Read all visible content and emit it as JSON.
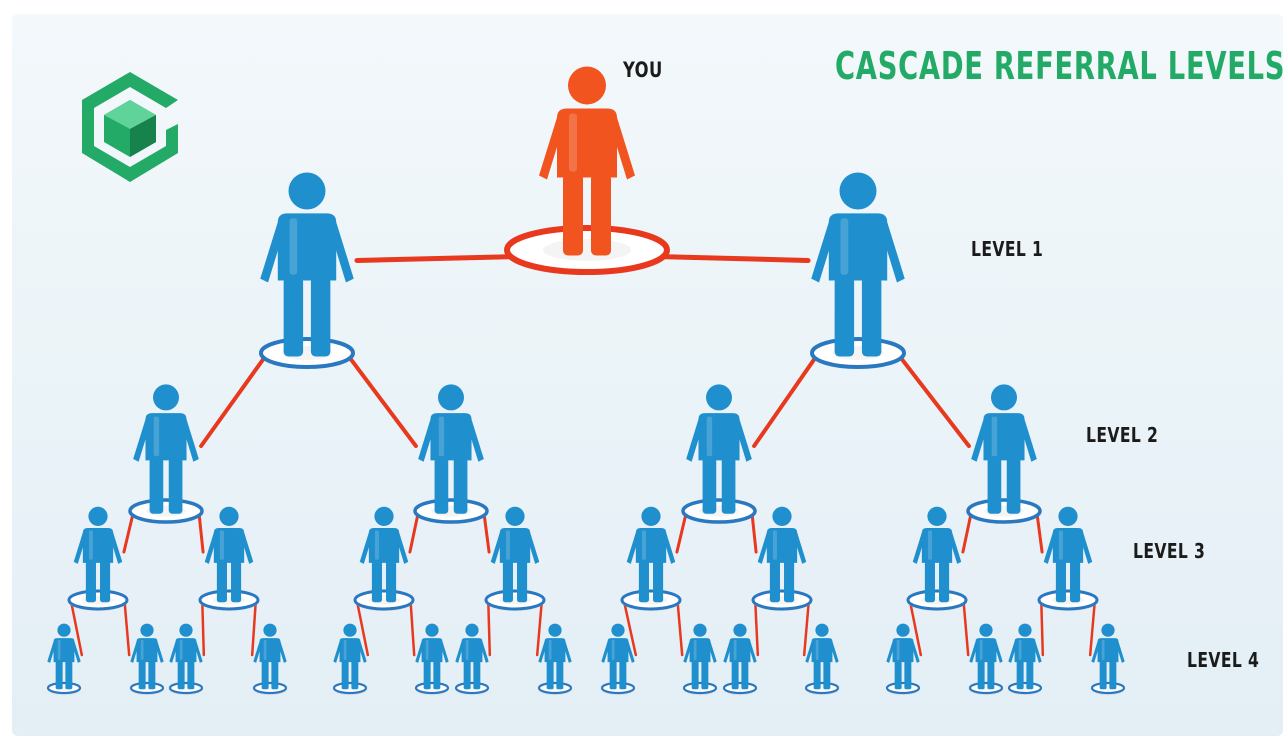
{
  "title": "CASCADE REFERRAL LEVELS",
  "you_label": "YOU",
  "levels": [
    "LEVEL 1",
    "LEVEL 2",
    "LEVEL 3",
    "LEVEL 4"
  ],
  "colors": {
    "title": "#22aa66",
    "you": "#f2541f",
    "member": "#1f8fce",
    "connector": "#e8391e",
    "logo": "#22aa66"
  },
  "icons": {
    "logo": "cube-logo-icon",
    "member": "person-icon"
  },
  "tree": {
    "root": "you",
    "levels_count": 4,
    "children_per_node": 2
  }
}
